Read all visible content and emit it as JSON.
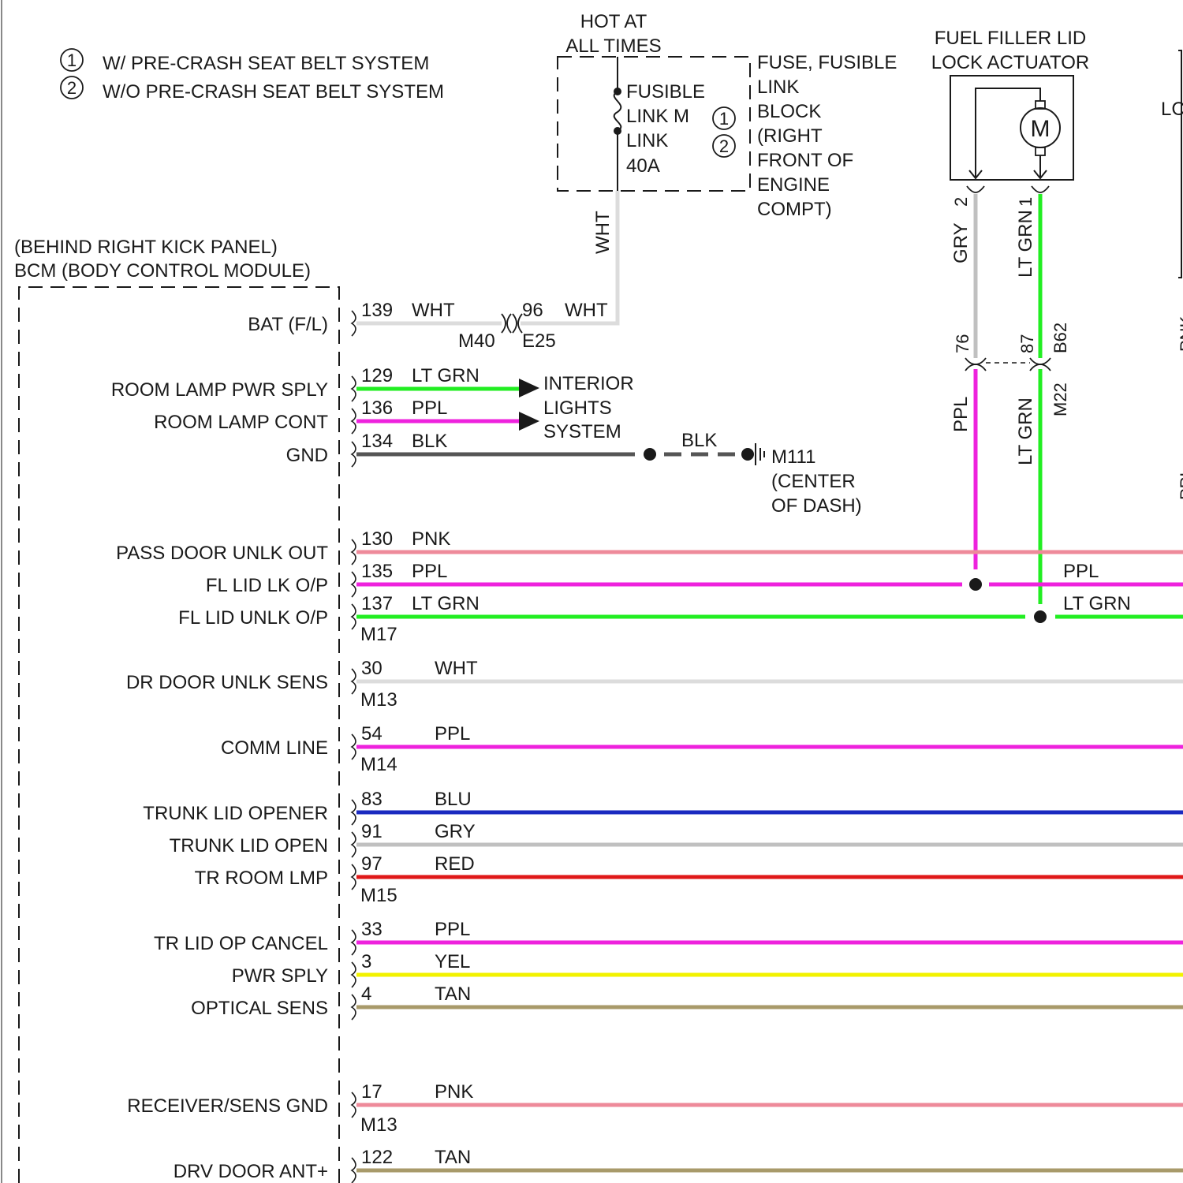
{
  "legend": [
    {
      "mark": "1",
      "text": "W/ PRE-CRASH SEAT BELT SYSTEM"
    },
    {
      "mark": "2",
      "text": "W/O PRE-CRASH SEAT BELT SYSTEM"
    }
  ],
  "hot_at_all_times": [
    "HOT AT",
    "ALL TIMES"
  ],
  "fusible_link": [
    "FUSIBLE",
    "LINK M",
    "LINK",
    "40A"
  ],
  "fuse_block_marks": [
    "1",
    "2"
  ],
  "fuse_block_label": [
    "FUSE, FUSIBLE",
    "LINK",
    "BLOCK",
    "(RIGHT",
    "FRONT OF",
    "ENGINE",
    "COMPT)"
  ],
  "fuel_actuator": {
    "title": [
      "FUEL FILLER LID",
      "LOCK ACTUATOR"
    ],
    "motor": "M",
    "pin_left": "2",
    "pin_right": "1",
    "wire_left": "GRY",
    "wire_right": "LT GRN",
    "conn_left_pin": "76",
    "conn_right_pin": "87",
    "conn_name": "B62",
    "conn_lower": "M22",
    "wire_left_lower": "PPL",
    "wire_right_lower": "LT GRN"
  },
  "edge_labels": [
    "LC",
    "PNK",
    "PPL"
  ],
  "fuse_wire": "WHT",
  "bcm_title": [
    "(BEHIND RIGHT KICK PANEL)",
    "BCM (BODY CONTROL MODULE)"
  ],
  "bcm_pins": [
    {
      "name": "BAT (F/L)",
      "pin": "139",
      "color_name": "WHT",
      "hex": "#dcdcdc"
    },
    {
      "name": "ROOM LAMP PWR SPLY",
      "pin": "129",
      "color_name": "LT GRN",
      "hex": "#22ee22"
    },
    {
      "name": "ROOM LAMP CONT",
      "pin": "136",
      "color_name": "PPL",
      "hex": "#ee22dd"
    },
    {
      "name": "GND",
      "pin": "134",
      "color_name": "BLK",
      "hex": "#555555"
    },
    {
      "name": "PASS DOOR UNLK OUT",
      "pin": "130",
      "color_name": "PNK",
      "hex": "#ee8a9a"
    },
    {
      "name": "FL LID LK O/P",
      "pin": "135",
      "color_name": "PPL",
      "hex": "#ee22dd"
    },
    {
      "name": "FL LID UNLK O/P",
      "pin": "137",
      "color_name": "LT GRN",
      "hex": "#22ee22"
    },
    {
      "name": "DR DOOR UNLK SENS",
      "pin": "30",
      "color_name": "WHT",
      "hex": "#dcdcdc"
    },
    {
      "name": "COMM LINE",
      "pin": "54",
      "color_name": "PPL",
      "hex": "#ee22dd"
    },
    {
      "name": "TRUNK LID OPENER",
      "pin": "83",
      "color_name": "BLU",
      "hex": "#1a2ac0"
    },
    {
      "name": "TRUNK LID OPEN",
      "pin": "91",
      "color_name": "GRY",
      "hex": "#c0c0c0"
    },
    {
      "name": "TR ROOM LMP",
      "pin": "97",
      "color_name": "RED",
      "hex": "#e01818"
    },
    {
      "name": "TR LID OP CANCEL",
      "pin": "33",
      "color_name": "PPL",
      "hex": "#ee22dd"
    },
    {
      "name": "PWR SPLY",
      "pin": "3",
      "color_name": "YEL",
      "hex": "#f2f200"
    },
    {
      "name": "OPTICAL SENS",
      "pin": "4",
      "color_name": "TAN",
      "hex": "#a89a6a"
    },
    {
      "name": "RECEIVER/SENS GND",
      "pin": "17",
      "color_name": "PNK",
      "hex": "#ee8a9a"
    },
    {
      "name": "DRV DOOR ANT+",
      "pin": "122",
      "color_name": "TAN",
      "hex": "#a89a6a"
    }
  ],
  "connector_labels": [
    "M17",
    "M13",
    "M14",
    "M15",
    "M13"
  ],
  "bat_connector": {
    "pin_right": "96",
    "wire": "WHT",
    "conn_left": "M40",
    "conn_right": "E25"
  },
  "interior_lights": [
    "INTERIOR",
    "LIGHTS",
    "SYSTEM"
  ],
  "gnd_wire": "BLK",
  "ground_point": [
    "M111",
    "(CENTER",
    "OF DASH)"
  ],
  "right_wire_labels": [
    "PPL",
    "LT GRN"
  ]
}
